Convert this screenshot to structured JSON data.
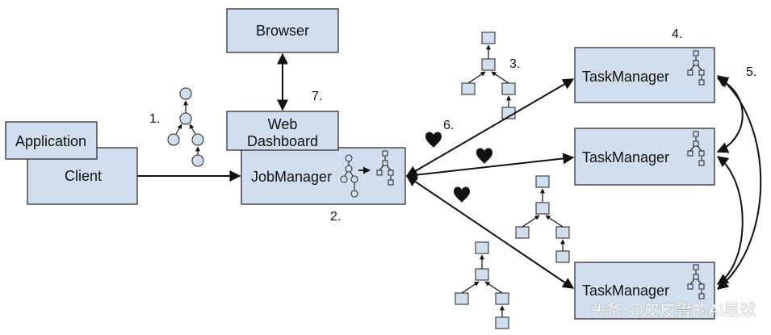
{
  "nodes": {
    "browser": "Browser",
    "application": "Application",
    "client": "Client",
    "web_dashboard_line1": "Web",
    "web_dashboard_line2": "Dashboard",
    "jobmanager": "JobManager",
    "taskmanager_1": "TaskManager",
    "taskmanager_2": "TaskManager",
    "taskmanager_3": "TaskManager"
  },
  "steps": {
    "s1": "1.",
    "s2": "2.",
    "s3": "3.",
    "s4": "4.",
    "s5": "5.",
    "s6": "6.",
    "s7": "7."
  },
  "watermark": "头条 @皮皮鲁的AI星球",
  "colors": {
    "box_fill": "#d0deee",
    "stroke": "#222222",
    "heart": "#111111"
  },
  "icons": {
    "heartbeat": "heart-icon",
    "graph": "job-graph-icon"
  }
}
